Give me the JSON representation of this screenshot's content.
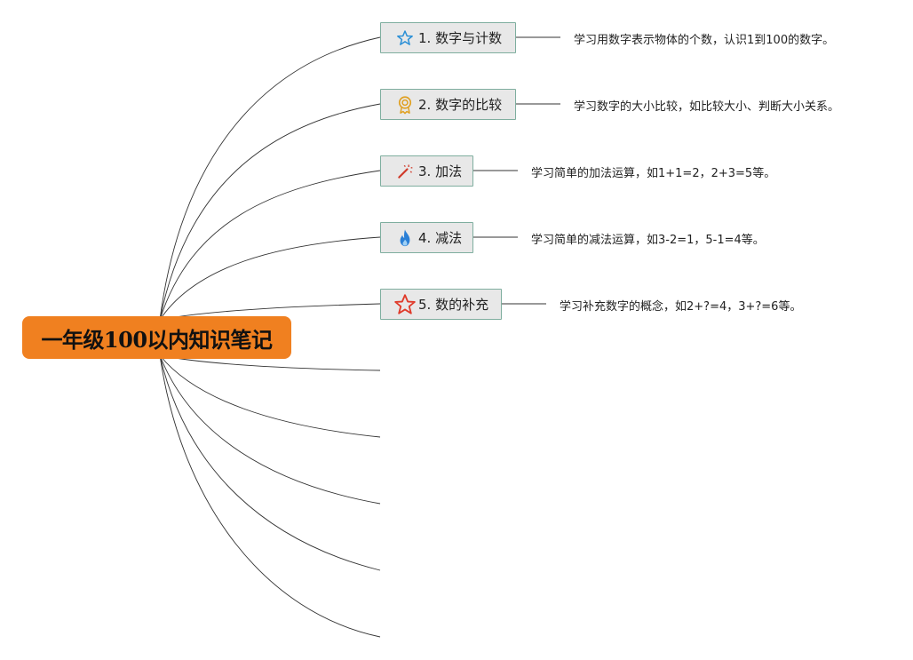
{
  "root": {
    "title": "一年级100以内知识笔记"
  },
  "branches": [
    {
      "label": "1. 数字与计数",
      "icon": "star-outline-icon",
      "desc": "学习用数字表示物体的个数，认识1到100的数字。"
    },
    {
      "label": "2. 数字的比较",
      "icon": "award-badge-icon",
      "desc": "学习数字的大小比较，如比较大小、判断大小关系。"
    },
    {
      "label": "3. 加法",
      "icon": "magic-wand-icon",
      "desc": "学习简单的加法运算，如1+1=2，2+3=5等。"
    },
    {
      "label": "4. 减法",
      "icon": "flame-icon",
      "desc": "学习简单的减法运算，如3-2=1，5-1=4等。"
    },
    {
      "label": "5. 数的补充",
      "icon": "red-star-outline-icon",
      "desc": "学习补充数字的概念，如2+?=4，3+?=6等。"
    }
  ],
  "colors": {
    "root_fill": "#f08020",
    "node_fill": "#e8e8e8",
    "node_border": "#7fae9f",
    "star_blue": "#2a8fd6",
    "badge_gold": "#e0a020",
    "wand_red": "#d03a2a",
    "flame_blue": "#2a7fd6",
    "star_red": "#e03a2a"
  }
}
